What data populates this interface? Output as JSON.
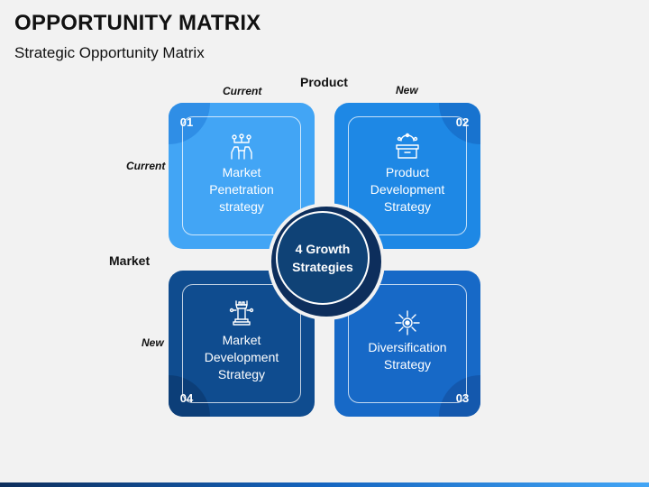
{
  "title": "OPPORTUNITY MATRIX",
  "subtitle": "Strategic Opportunity Matrix",
  "axes": {
    "product_label": "Product",
    "product_current": "Current",
    "product_new": "New",
    "market_label": "Market",
    "market_current": "Current",
    "market_new": "New"
  },
  "center": {
    "text": "4 Growth\nStrategies"
  },
  "quadrants": [
    {
      "number": "01",
      "label": "Market\nPenetration\nstrategy",
      "icon": "hands-network-icon",
      "color": "#42a5f5"
    },
    {
      "number": "02",
      "label": "Product\nDevelopment\nStrategy",
      "icon": "product-box-icon",
      "color": "#1e88e5"
    },
    {
      "number": "03",
      "label": "Diversification\nStrategy",
      "icon": "target-network-icon",
      "color": "#1769c7"
    },
    {
      "number": "04",
      "label": "Market\nDevelopment\nStrategy",
      "icon": "chess-rook-icon",
      "color": "#0f4c8f"
    }
  ],
  "colors": {
    "background": "#f2f2f2",
    "center_fill": "#0f4276",
    "center_ring": "#0d2e5c"
  }
}
